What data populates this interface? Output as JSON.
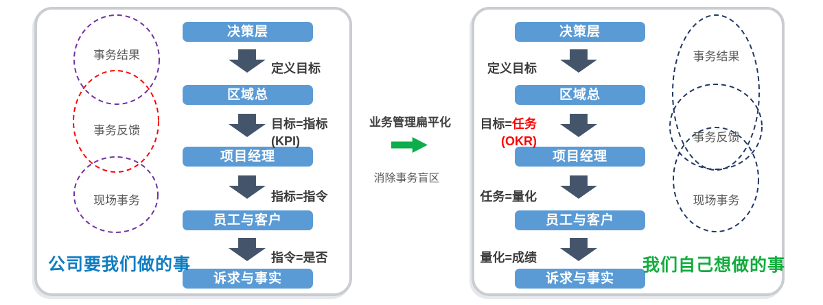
{
  "colors": {
    "box_blue": "#5B9BD5",
    "arrow_dark": "#44546A",
    "green_arrow": "#0CAD4B",
    "caption_blue": "#0F7DC2",
    "caption_green": "#12AC3E",
    "purple_dash": "#7030A0",
    "red_dash": "#FF0000",
    "navy_dash": "#1F3864",
    "gray_text": "#595959",
    "dark_text": "#3B3B3B",
    "highlight_red": "#FF0000",
    "panel_border": "#C9CDD2"
  },
  "left_panel": {
    "caption": "公司要我们做的事",
    "circles": [
      {
        "label": "事务结果",
        "color": "#7030A0"
      },
      {
        "label": "事务反馈",
        "color": "#FF0000"
      },
      {
        "label": "现场事务",
        "color": "#7030A0"
      }
    ],
    "boxes": [
      "决策层",
      "区域总",
      "项目经理",
      "员工与客户",
      "诉求与事实"
    ],
    "labels": {
      "l1": "定义目标",
      "l2": "目标=指标",
      "l2_sub": "(KPI)",
      "l3": "指标=指令",
      "l4": "指令=是否"
    }
  },
  "middle": {
    "top_text": "业务管理扁平化",
    "bottom_text": "消除事务盲区"
  },
  "right_panel": {
    "caption": "我们自己想做的事",
    "circles": [
      {
        "label": "事务结果",
        "color": "#1F3864"
      },
      {
        "label": "事务反馈",
        "color": "#1F3864"
      },
      {
        "label": "现场事务",
        "color": "#1F3864"
      }
    ],
    "boxes": [
      "决策层",
      "区域总",
      "项目经理",
      "员工与客户",
      "诉求与事实"
    ],
    "labels": {
      "l1": "定义目标",
      "l2_prefix": "目标=",
      "l2_highlight": "任务",
      "l2_sub": "(OKR)",
      "l3": "任务=量化",
      "l4": "量化=成绩"
    }
  }
}
